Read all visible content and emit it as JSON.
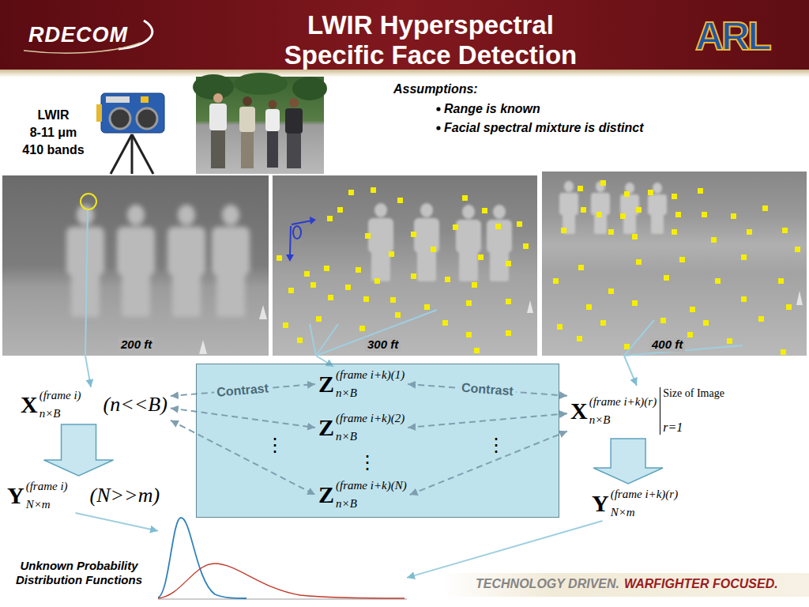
{
  "diagram": {
    "title": "LWIR Hyperspectral Specific Face Detection",
    "nodes": [
      {
        "text": [
          "200 ft"
        ]
      },
      {
        "text": [
          "300 ft"
        ]
      },
      {
        "text": [
          "400 ft"
        ]
      },
      {
        "text": [
          "X",
          "(frame i)",
          "n×B",
          "(n<<B)"
        ]
      },
      {
        "text": [
          "⋮",
          "⋮",
          "⋮"
        ]
      },
      {
        "text": [
          "Z",
          "(frame i+k)(1)",
          "n×B"
        ],
        "in": 4
      },
      {
        "text": [
          "Z",
          "(frame i+k)(2)",
          "n×B"
        ],
        "in": 4
      },
      {
        "text": [
          "Z",
          "(frame i+k)(N)",
          "n×B"
        ],
        "in": 4
      },
      {
        "text": [
          "X",
          "(frame i+k)(r)",
          "n×B",
          "Size of Image",
          "r=1"
        ]
      },
      {
        "text": [
          "Y",
          "(frame i)",
          "N×m",
          "(N>>m)"
        ]
      },
      {
        "text": [
          "Y",
          "(frame i+k)(r)",
          "N×m"
        ]
      },
      {
        "text": [
          "Unknown Probability Distribution Functions"
        ]
      }
    ],
    "edges": [
      {
        "from": 0,
        "to": 3,
        "arrow": "to"
      },
      {
        "from": 1,
        "to": 5,
        "arrow": "to"
      },
      {
        "from": 2,
        "to": 8,
        "arrow": "to"
      },
      {
        "from": 3,
        "to": 5,
        "arrow": "both",
        "label": "Contrast"
      },
      {
        "from": 3,
        "to": 6,
        "arrow": "both"
      },
      {
        "from": 3,
        "to": 7,
        "arrow": "both"
      },
      {
        "from": 5,
        "to": 8,
        "arrow": "both",
        "label": "Contrast"
      },
      {
        "from": 6,
        "to": 8,
        "arrow": "both"
      },
      {
        "from": 7,
        "to": 8,
        "arrow": "both"
      },
      {
        "from": 3,
        "to": 9,
        "arrow": "to"
      },
      {
        "from": 8,
        "to": 10,
        "arrow": "to"
      },
      {
        "from": 9,
        "to": 11,
        "arrow": "to"
      },
      {
        "from": 10,
        "to": 11,
        "arrow": "to"
      }
    ],
    "labels": [
      "RDECOM",
      "ARL",
      "LWIR",
      "8-11 μm",
      "410 bands",
      "Assumptions:",
      "Range is known",
      "Facial spectral mixture is distinct",
      "TECHNOLOGY DRIVEN.",
      "WARFIGHTER FOCUSED."
    ]
  }
}
